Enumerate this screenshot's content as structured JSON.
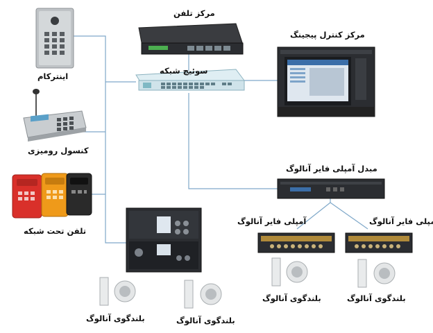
{
  "labels": {
    "intercom": "اینترکام",
    "desk_console": "کنسول رومیزی",
    "ip_phone": "تلفن تحت شبکه",
    "phone_center": "مرکز تلفن",
    "network_switch": "سوئیچ شبکه",
    "paging_control_center": "مرکز کنترل پیجینگ",
    "fiber_amp_converter": "مبدل آمپلی فایر آنالوگ",
    "amp_left": "آمپلی فایر آنالوگ",
    "amp_right": "آمپلی فایر آنالوگ",
    "speaker_1": "بلندگوی آنالوگ",
    "speaker_2": "بلندگوی آنالوگ",
    "speaker_3": "بلندگوی آنالوگ",
    "speaker_4": "بلندگوی آنالوگ"
  },
  "colors": {
    "line": "#7fa8c9",
    "phone_red": "#d9302a",
    "phone_orange": "#ef9a1a",
    "phone_black": "#2a2a2a",
    "switch_body": "#cfe3ea",
    "device_dark": "#2b2d31"
  }
}
